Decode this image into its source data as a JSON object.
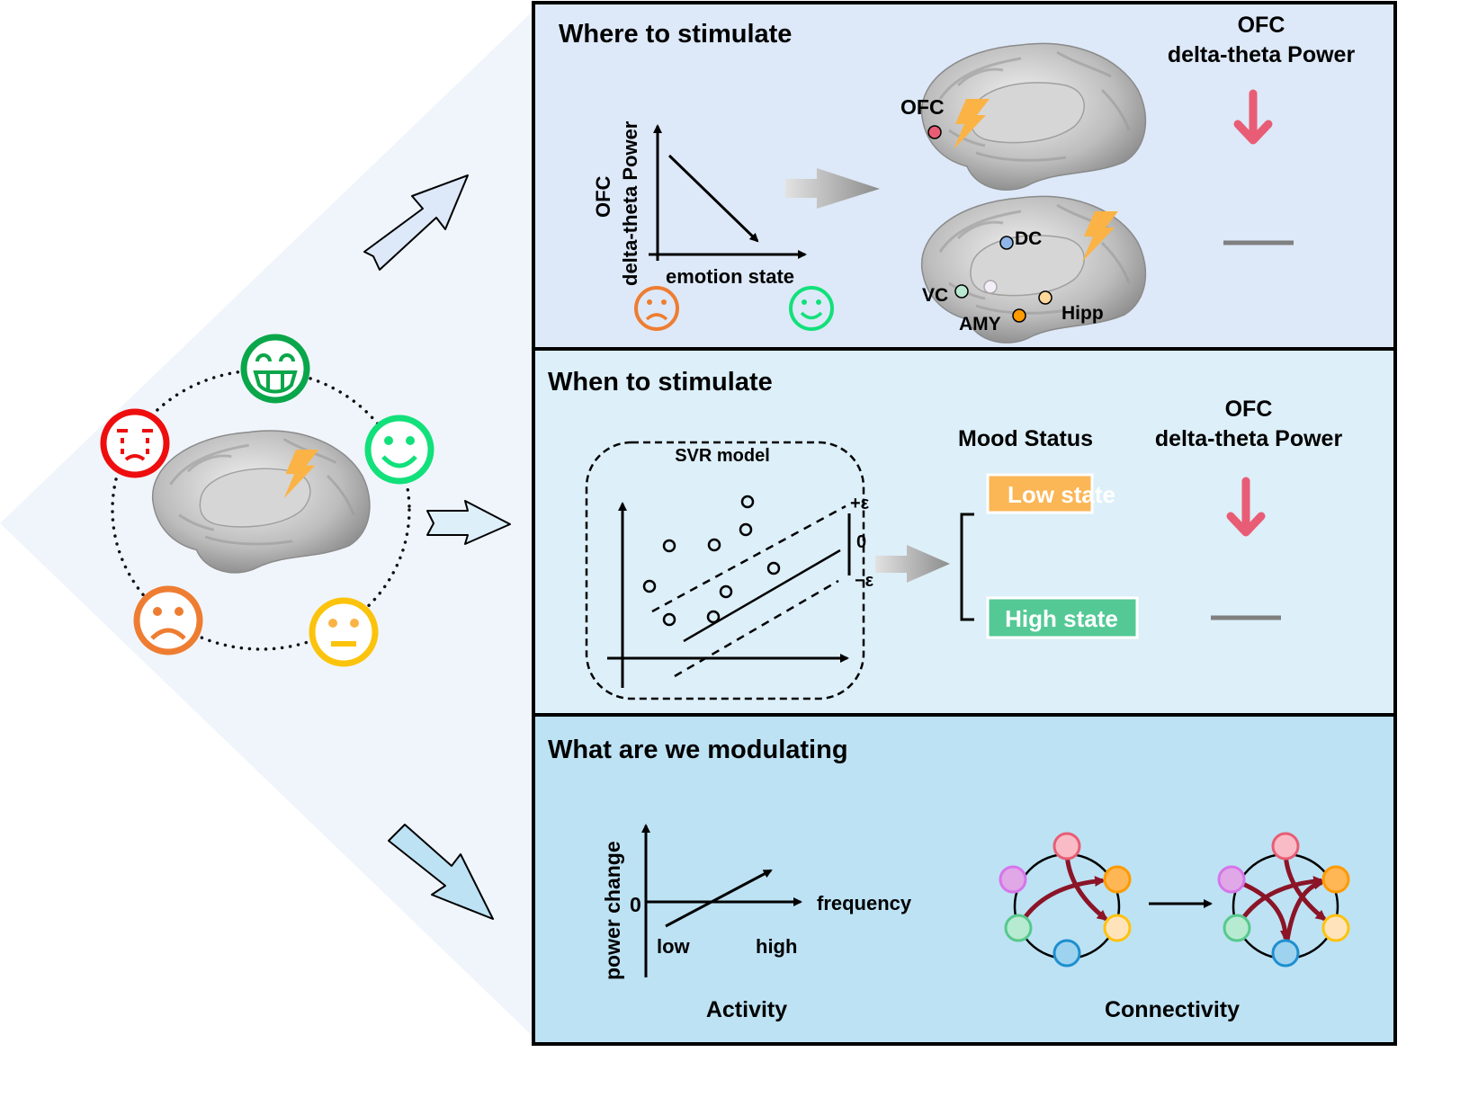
{
  "colors": {
    "panel1_bg": "#dde9f8",
    "panel2_bg": "#ddeff9",
    "panel3_bg": "#bde2f4",
    "wedge_bg": "#f0f5fc",
    "decrease_arrow": "#e85d75",
    "no_change": "#808080",
    "lightning": "#fbb346",
    "low_state": "#fbb655",
    "high_state": "#54c996",
    "edge": "#8b1427"
  },
  "left": {
    "emotions": [
      {
        "name": "grinning",
        "color": "#0aa64a"
      },
      {
        "name": "smiling",
        "color": "#12e07a"
      },
      {
        "name": "neutral",
        "color": "#fbc30b"
      },
      {
        "name": "sad",
        "color": "#ee7d32"
      },
      {
        "name": "crying",
        "color": "#ee0e0e"
      }
    ]
  },
  "panel1": {
    "title": "Where to stimulate",
    "ylabel_line1": "OFC",
    "ylabel_line2": "delta-theta Power",
    "xlabel": "emotion state",
    "brain_top_labels": [
      "OFC"
    ],
    "brain_bottom_labels": [
      "DC",
      "VC",
      "AMY",
      "Hipp"
    ],
    "region_colors": {
      "OFC": "#e85d75",
      "DC": "#8fb6e6",
      "VC": "#b8e8d0",
      "AMY": "#ff9a00",
      "Hipp": "#ffd89a",
      "center": "#f4eef8"
    },
    "result_header_line1": "OFC",
    "result_header_line2": "delta-theta Power",
    "results": [
      "decrease",
      "no change"
    ]
  },
  "panel2": {
    "title": "When to stimulate",
    "model_title": "SVR model",
    "eps_plus": "+ε",
    "eps_zero": "0",
    "eps_minus": "−ε",
    "mood_header": "Mood Status",
    "power_header_line1": "OFC",
    "power_header_line2": "delta-theta Power",
    "states": [
      {
        "label": "Low state",
        "result": "decrease"
      },
      {
        "label": "High state",
        "result": "no change"
      }
    ]
  },
  "panel3": {
    "title": "What are we modulating",
    "activity": {
      "ylabel": "power change",
      "zero": "0",
      "xlabel": "frequency",
      "low": "low",
      "high": "high",
      "caption": "Activity"
    },
    "connectivity": {
      "caption": "Connectivity",
      "nodes": [
        {
          "fill": "#f9bcc6",
          "stroke": "#e85d75"
        },
        {
          "fill": "#ffb655",
          "stroke": "#ff9a00"
        },
        {
          "fill": "#ffe3bb",
          "stroke": "#ffc20e"
        },
        {
          "fill": "#9ed3ef",
          "stroke": "#1e8fcf"
        },
        {
          "fill": "#b6ead1",
          "stroke": "#56c98c"
        },
        {
          "fill": "#e0a8e6",
          "stroke": "#d675ea"
        }
      ]
    }
  }
}
